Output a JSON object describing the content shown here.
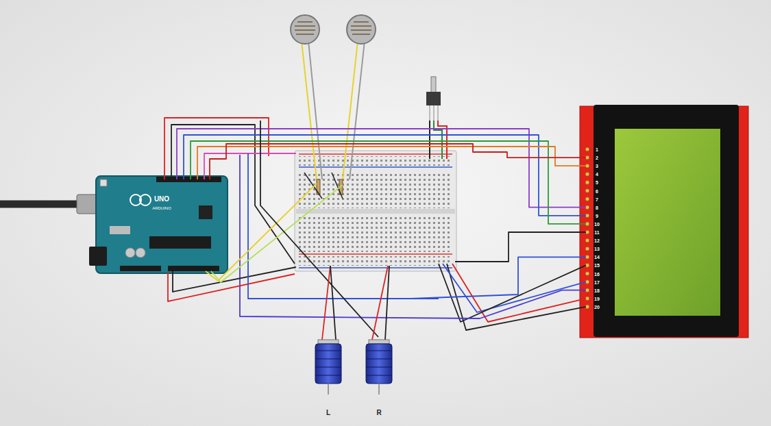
{
  "diagram": {
    "labels": [
      "UNO",
      "ARDUINO",
      "1",
      "2",
      "3",
      "4",
      "5",
      "6",
      "7",
      "8",
      "9",
      "10",
      "11",
      "12",
      "13",
      "14",
      "15",
      "16",
      "17",
      "18",
      "19",
      "20",
      "L",
      "R"
    ]
  }
}
